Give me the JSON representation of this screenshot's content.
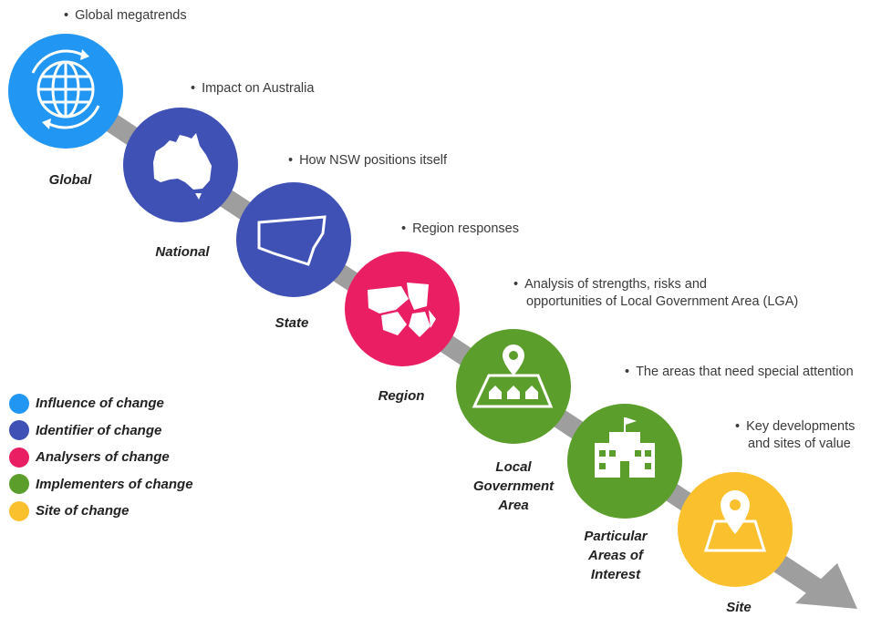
{
  "colors": {
    "influence": "#2196f3",
    "identifier": "#3f51b5",
    "analysers": "#e91e63",
    "implementers": "#5c9e2c",
    "site": "#fbc02d",
    "arrow": "#9e9e9e"
  },
  "stages": [
    {
      "label": "Global",
      "note": "Global megatrends",
      "icon": "globe-icon"
    },
    {
      "label": "National",
      "note": "Impact on Australia",
      "icon": "australia-map-icon"
    },
    {
      "label": "State",
      "note": "How NSW positions itself",
      "icon": "nsw-map-icon"
    },
    {
      "label": "Region",
      "note": "Region responses",
      "icon": "region-map-icon"
    },
    {
      "label_lines": [
        "Local",
        "Government",
        "Area"
      ],
      "note_lines": [
        "Analysis of strengths, risks and",
        "opportunities of Local Government Area (LGA)"
      ],
      "icon": "lga-map-icon"
    },
    {
      "label_lines": [
        "Particular",
        "Areas of",
        "Interest"
      ],
      "note": "The areas that need special attention",
      "icon": "building-icon"
    },
    {
      "label": "Site",
      "note_lines": [
        "Key developments",
        "and sites of value"
      ],
      "icon": "map-pin-icon"
    }
  ],
  "legend": [
    {
      "label": "Influence of change",
      "color": "#2196f3"
    },
    {
      "label": "Identifier of change",
      "color": "#3f51b5"
    },
    {
      "label": "Analysers of change",
      "color": "#e91e63"
    },
    {
      "label": "Implementers of change",
      "color": "#5c9e2c"
    },
    {
      "label": "Site of change",
      "color": "#fbc02d"
    }
  ]
}
